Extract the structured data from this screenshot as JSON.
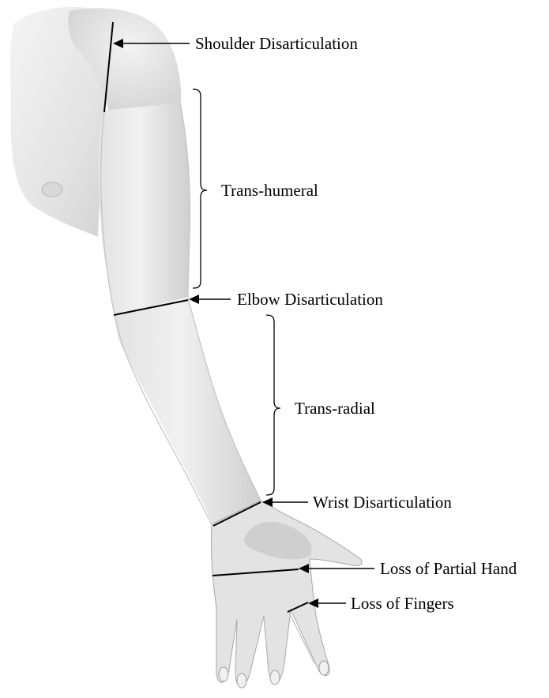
{
  "diagram": {
    "labels": {
      "shoulder": "Shoulder Disarticulation",
      "trans_humeral": "Trans-humeral",
      "elbow": "Elbow Disarticulation",
      "trans_radial": "Trans-radial",
      "wrist": "Wrist Disarticulation",
      "partial_hand": "Loss of Partial Hand",
      "fingers": "Loss of Fingers"
    },
    "colors": {
      "skin_light": "#ececec",
      "skin_mid": "#d9d9d9",
      "skin_shadow": "#bdbdbd",
      "skin_outline": "#9a9a9a",
      "line": "#000000"
    },
    "icons": {
      "arm": "arm-illustration",
      "arrow": "arrow-left-icon",
      "bracket": "curly-bracket-icon"
    }
  }
}
